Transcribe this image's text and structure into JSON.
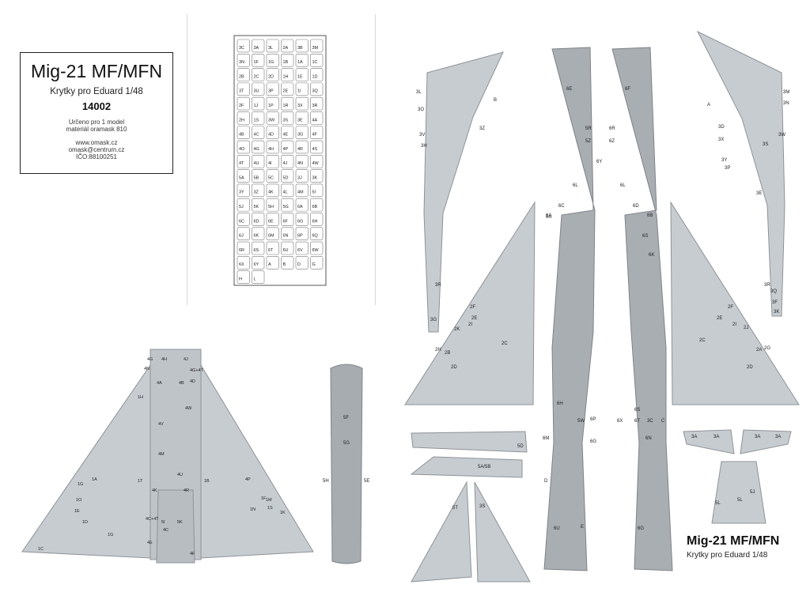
{
  "title_box": {
    "title": "Mig-21 MF/MFN",
    "subtitle": "Krytky pro Eduard 1/48",
    "code": "14002",
    "line1": "Určeno pro 1 model",
    "line2": "materiál oramask 810",
    "web": "www.omask.cz",
    "email": "omask@centrum.cz",
    "ico": "IČO:88100251"
  },
  "bottom_title": {
    "title": "Mig-21 MF/MFN",
    "subtitle": "Krytky pro Eduard 1/48"
  },
  "colors": {
    "part": "#c7ccd1",
    "part_dark": "#a9aeb3",
    "mask": "#b2b5b8",
    "outline": "#333333",
    "label": "#222222"
  },
  "mask_sheet_labels": [
    "3C",
    "3A",
    "3L",
    "2A",
    "3B",
    "3M",
    "3N",
    "1F",
    "1G",
    "1B",
    "1A",
    "1C",
    "2B",
    "2C",
    "2D",
    "1H",
    "1E",
    "1D",
    "3T",
    "3U",
    "3P",
    "2E",
    "1I",
    "3Q",
    "2F",
    "1J",
    "1P",
    "1R",
    "3X",
    "3R",
    "2H",
    "1S",
    "3W",
    "3S",
    "3E",
    "4A",
    "4B",
    "4C",
    "4D",
    "4E",
    "3G",
    "4F",
    "4O",
    "4G",
    "4H",
    "4P",
    "4R",
    "4S",
    "4T",
    "4U",
    "4I",
    "4J",
    "4N",
    "4W",
    "5A",
    "5B",
    "5C",
    "5D",
    "3J",
    "3K",
    "3Y",
    "3Z",
    "4K",
    "4L",
    "4M",
    "5I",
    "5J",
    "5K",
    "5H",
    "5G",
    "6A",
    "6B",
    "6C",
    "6D",
    "6E",
    "6F",
    "6G",
    "6H",
    "6J",
    "6K",
    "6M",
    "6N",
    "6P",
    "6Q",
    "6R",
    "6S",
    "6T",
    "6U",
    "6V",
    "6W",
    "6X",
    "6Y",
    "A",
    "B",
    "D",
    "G",
    "H",
    "L"
  ],
  "labels": {
    "fuselage_left": [
      "6E",
      "5R",
      "5Z",
      "6C",
      "6A",
      "6L",
      "6H",
      "5W",
      "6M",
      "6G",
      "6P",
      "D",
      "6U",
      "E"
    ],
    "fuselage_right": [
      "6F",
      "6R",
      "6Z",
      "6D",
      "6Y",
      "6B",
      "6S",
      "6K",
      "6L",
      "6T",
      "6X",
      "3C",
      "6N",
      "6S",
      "6G",
      "C"
    ],
    "fin_left": [
      "3L",
      "3O",
      "3V",
      "3H",
      "B",
      "3Z",
      "3R",
      "3G"
    ],
    "fin_right": [
      "3M",
      "3N",
      "3W",
      "3D",
      "3X",
      "3S",
      "3Y",
      "3P",
      "A",
      "3E",
      "3R",
      "3Q",
      "3F",
      "3K"
    ],
    "wing_left": [
      "6A",
      "2F",
      "2E",
      "2K",
      "2I",
      "2H",
      "2B",
      "2D",
      "2C"
    ],
    "wing_right": [
      "2F",
      "2E",
      "2I",
      "2J",
      "2A",
      "2G",
      "2D",
      "2C"
    ],
    "underside": [
      "4G",
      "4H",
      "4J",
      "4N",
      "4G+4T",
      "4A",
      "4B",
      "4D",
      "1H",
      "4W",
      "4V",
      "4M",
      "4U",
      "1A",
      "1G",
      "1T",
      "4K",
      "4R",
      "4P",
      "1B",
      "1F",
      "1O",
      "1E",
      "1N",
      "4C+4T",
      "5I",
      "5K",
      "4C",
      "4E",
      "4F",
      "1D",
      "1G",
      "1C",
      "1M",
      "1S",
      "1K"
    ],
    "tank": [
      "5F",
      "5G",
      "5H",
      "5E"
    ],
    "small_parts": [
      "5D",
      "5A/5B",
      "3A",
      "3A",
      "3A",
      "3A",
      "5L",
      "5J",
      "5L",
      "5T",
      "3S"
    ]
  }
}
